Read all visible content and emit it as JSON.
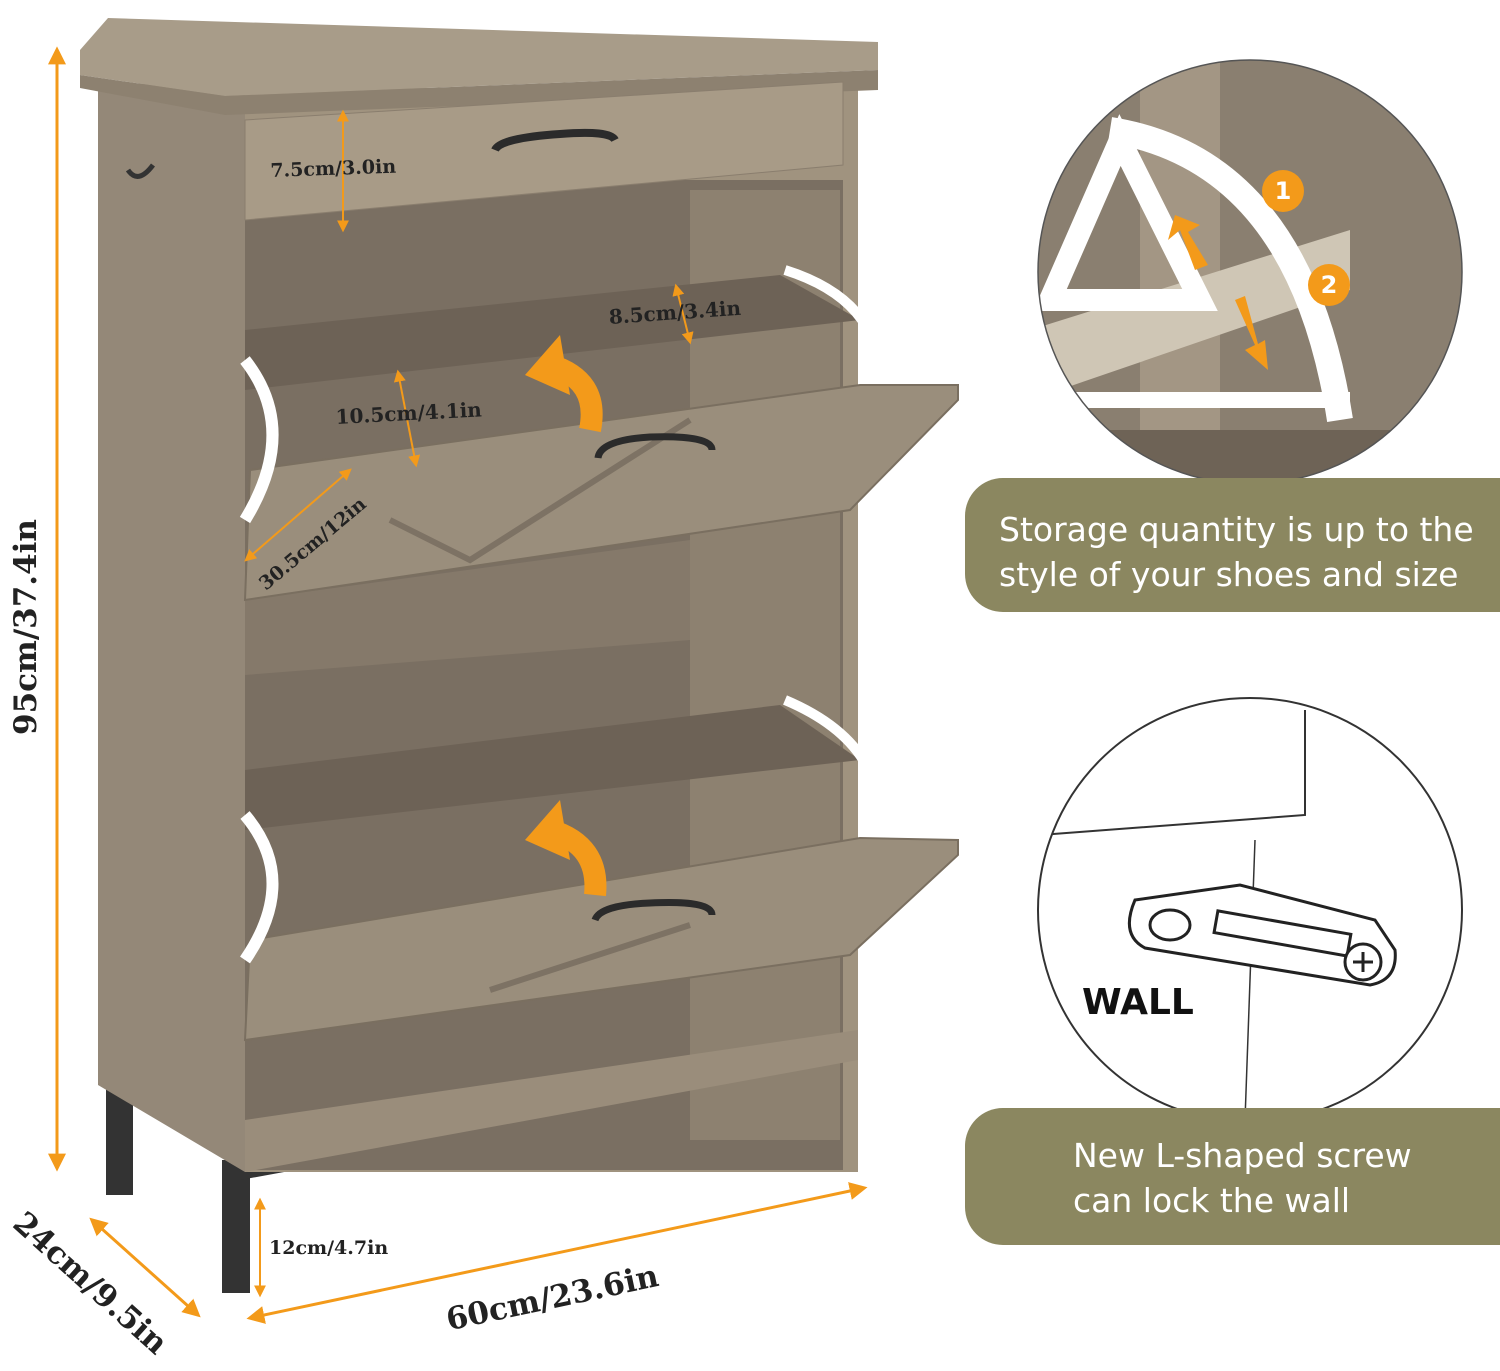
{
  "dimensions": {
    "height": "95cm/37.4in",
    "depth": "24cm/9.5in",
    "width": "60cm/23.6in",
    "leg_height": "12cm/4.7in",
    "drawer_height": "7.5cm/3.0in",
    "flap_gap": "8.5cm/3.4in",
    "compartment_depth": "10.5cm/4.1in",
    "flap_length": "30.5cm/12in"
  },
  "detail_top": {
    "steps": [
      "1",
      "2"
    ],
    "caption_lines": [
      "Storage quantity is up to the",
      "style of your shoes and size"
    ]
  },
  "detail_bottom": {
    "wall_label": "WALL",
    "caption_lines": [
      "New L-shaped screw",
      "can lock the wall"
    ]
  },
  "colors": {
    "accent": "#f39a1a",
    "badge": "#8b8760",
    "wood": "#8f8374",
    "wood_dark": "#6e6356"
  }
}
